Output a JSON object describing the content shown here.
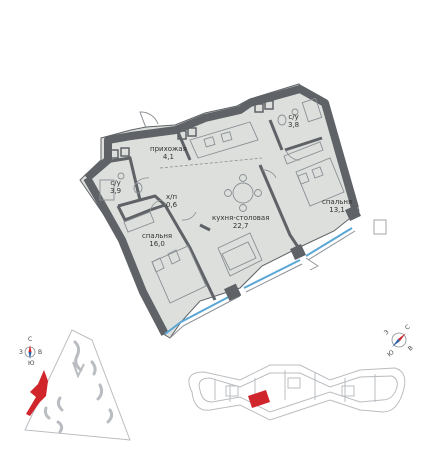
{
  "rooms": [
    {
      "id": "hall",
      "name": "прихожая",
      "area": "4,1"
    },
    {
      "id": "bath-left",
      "name": "с/у",
      "area": "3,9"
    },
    {
      "id": "closet",
      "name": "х/п",
      "area": "0,6"
    },
    {
      "id": "kitchen-living",
      "name": "кухня-столовая",
      "area": "22,7"
    },
    {
      "id": "bedroom-left",
      "name": "спальня",
      "area": "16,0"
    },
    {
      "id": "bath-right",
      "name": "с/у",
      "area": "3,8"
    },
    {
      "id": "bedroom-right",
      "name": "спальня",
      "area": "13,1"
    }
  ],
  "compass_left": {
    "north": "С",
    "south": "Ю",
    "west": "З",
    "east": "В"
  },
  "compass_right": {
    "north": "С",
    "south": "Ю",
    "west": "З",
    "east": "В"
  },
  "colors": {
    "wall": "#5f6266",
    "floor": "#dcdfdc",
    "window": "#5aa7d6",
    "accent": "#d0262b",
    "line": "#8a8f94"
  }
}
